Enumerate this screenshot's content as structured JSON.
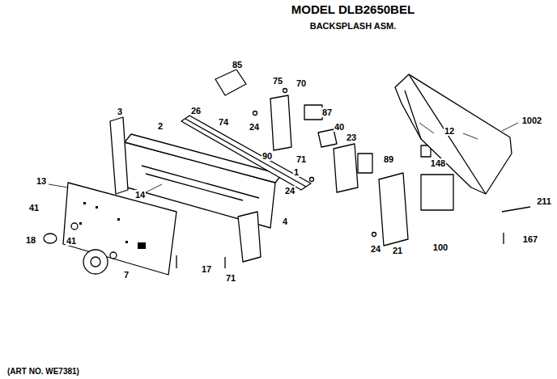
{
  "diagram": {
    "title": "MODEL DLB2650BEL",
    "caption": "(ART NO. WE7381)",
    "labels": [
      "BACKSPLASH ASM.",
      "85",
      "75",
      "70",
      "26",
      "74",
      "24",
      "87",
      "40",
      "3",
      "2",
      "90",
      "23",
      "71",
      "1",
      "24",
      "89",
      "12",
      "1002",
      "148",
      "13",
      "14",
      "4",
      "41",
      "41",
      "18",
      "7",
      "17",
      "71",
      "24",
      "21",
      "100",
      "211",
      "167"
    ]
  }
}
